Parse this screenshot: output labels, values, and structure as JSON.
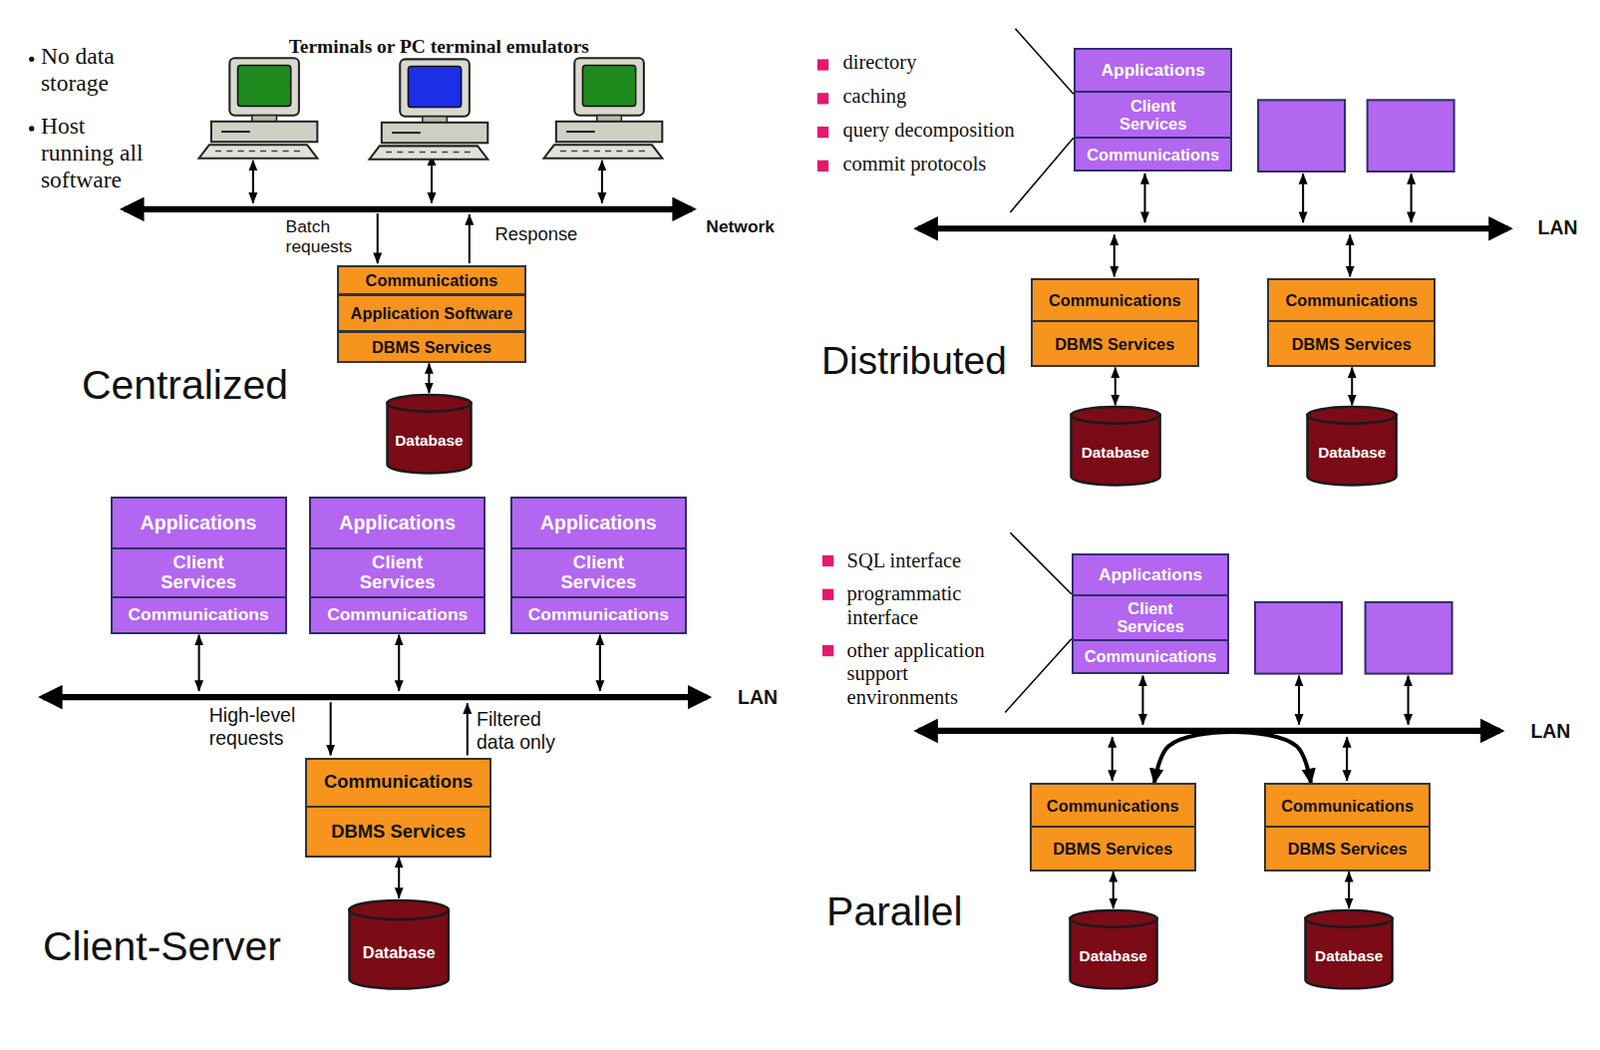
{
  "diagram": {
    "nodes": [
      {
        "text": [
          "Communications"
        ]
      },
      {
        "text": [
          "Application Software"
        ]
      },
      {
        "text": [
          "DBMS Services"
        ]
      },
      {
        "text": [
          "Database"
        ]
      },
      {
        "text": [
          "Applications"
        ]
      },
      {
        "text": [
          "Client Services"
        ]
      },
      {
        "text": [
          "Communications"
        ]
      },
      {
        "text": [
          "Communications"
        ]
      },
      {
        "text": [
          "DBMS Services"
        ]
      },
      {
        "text": [
          "Communications"
        ]
      },
      {
        "text": [
          "DBMS Services"
        ]
      },
      {
        "text": [
          "Database"
        ]
      },
      {
        "text": [
          "Database"
        ]
      },
      {
        "text": [
          "Applications"
        ]
      },
      {
        "text": [
          "Client Services"
        ]
      },
      {
        "text": [
          "Communications"
        ]
      },
      {
        "text": [
          "Applications"
        ]
      },
      {
        "text": [
          "Client Services"
        ]
      },
      {
        "text": [
          "Communications"
        ]
      },
      {
        "text": [
          "Applications"
        ]
      },
      {
        "text": [
          "Client Services"
        ]
      },
      {
        "text": [
          "Communications"
        ]
      },
      {
        "text": [
          "Communications"
        ]
      },
      {
        "text": [
          "DBMS Services"
        ]
      },
      {
        "text": [
          "Database"
        ]
      },
      {
        "text": [
          "Applications"
        ]
      },
      {
        "text": [
          "Client Services"
        ]
      },
      {
        "text": [
          "Communications"
        ]
      },
      {
        "text": [
          "Communications"
        ]
      },
      {
        "text": [
          "DBMS Services"
        ]
      },
      {
        "text": [
          "Communications"
        ]
      },
      {
        "text": [
          "DBMS Services"
        ]
      },
      {
        "text": [
          "Database"
        ]
      },
      {
        "text": [
          "Database"
        ]
      }
    ],
    "edges": [
      {
        "from": 2,
        "to": 3,
        "arrow": "both"
      },
      {
        "from": 8,
        "to": 11,
        "arrow": "both"
      },
      {
        "from": 10,
        "to": 12,
        "arrow": "both"
      },
      {
        "from": 23,
        "to": 24,
        "arrow": "both"
      },
      {
        "from": 29,
        "to": 32,
        "arrow": "both"
      },
      {
        "from": 31,
        "to": 33,
        "arrow": "both"
      },
      {
        "from": 28,
        "to": 30,
        "arrow": "both"
      }
    ],
    "labels": [
      "Terminals or PC terminal emulators",
      "No data storage",
      "Host running all software",
      "Batch requests",
      "Response",
      "Network",
      "Centralized",
      "directory",
      "caching",
      "query decomposition",
      "commit protocols",
      "LAN",
      "Distributed",
      "High-level requests",
      "Filtered data only",
      "LAN",
      "Client-Server",
      "SQL interface",
      "programmatic interface",
      "other application support environments",
      "LAN",
      "Parallel"
    ]
  }
}
